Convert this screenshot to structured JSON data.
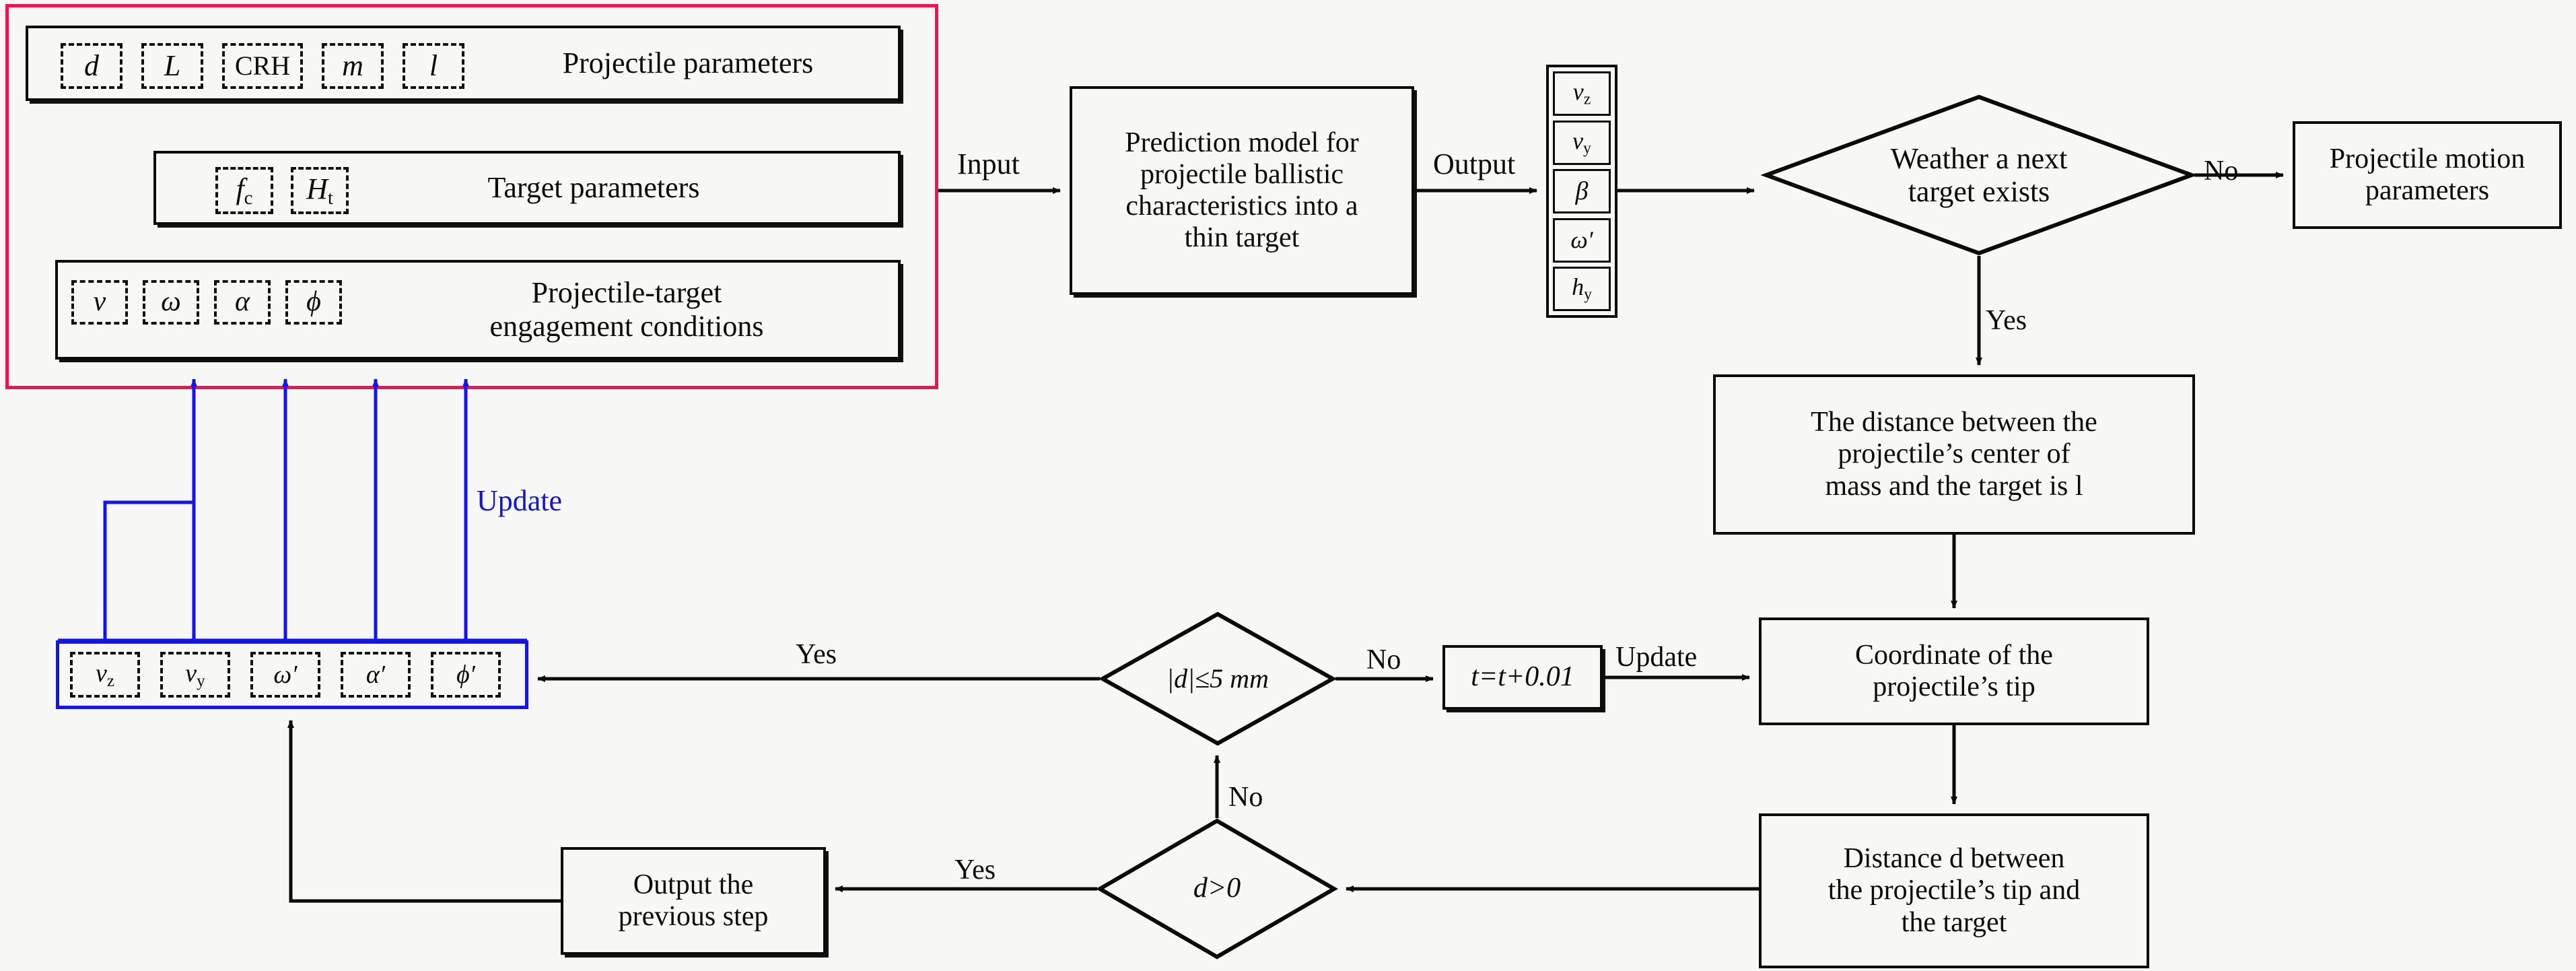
{
  "diagram": {
    "title": "Projectile ballistic prediction flowchart",
    "colors": {
      "group_red": "#ef1450",
      "group_blue": "#1414ee",
      "update_text": "#1414d2",
      "line": "#0b0b0b",
      "background": "#f7f7f5"
    }
  },
  "input_group": {
    "projectile": {
      "label": "Projectile parameters",
      "params": [
        "d",
        "L",
        "CRH",
        "m",
        "l"
      ]
    },
    "target": {
      "label": "Target parameters",
      "params": [
        "f c",
        "H t"
      ],
      "params_parts": [
        {
          "base": "f",
          "sub": "c"
        },
        {
          "base": "H",
          "sub": "t"
        }
      ]
    },
    "engagement": {
      "label_line1": "Projectile-target",
      "label_line2": "engagement conditions",
      "params": [
        "v",
        "ω",
        "α",
        "ϕ"
      ]
    }
  },
  "model": {
    "input_label": "Input",
    "output_label": "Output",
    "text_line1": "Prediction model for",
    "text_line2": "projectile ballistic",
    "text_line3": "characteristics into a",
    "text_line4": "thin target"
  },
  "output_stack": {
    "items": [
      {
        "base": "v",
        "sub": "z"
      },
      {
        "base": "v",
        "sub": "y"
      },
      {
        "base": "β",
        "sub": ""
      },
      {
        "base": "ω′",
        "sub": ""
      },
      {
        "base": "h",
        "sub": "y"
      }
    ]
  },
  "decisions": {
    "next_target": {
      "line1": "Weather a next",
      "line2": "target exists",
      "no_label": "No",
      "yes_label": "Yes"
    },
    "d_tol": {
      "text": "|d|≤5 mm",
      "no_label_right": "No",
      "no_label_bottom": "No",
      "yes_label_left": "Yes"
    },
    "d_pos": {
      "text": "d>0",
      "yes_label": "Yes",
      "no_label": "No"
    }
  },
  "process": {
    "motion_params": {
      "line1": "Projectile motion",
      "line2": "parameters"
    },
    "distance_cm": {
      "line1": "The distance between the",
      "line2": "projectile’s center of",
      "line3": "mass and the target is l"
    },
    "coord_tip": {
      "line1": "Coordinate of the",
      "line2": "projectile’s tip"
    },
    "distance_d": {
      "line1": "Distance d between",
      "line2": "the projectile’s tip and",
      "line3": "the target"
    },
    "time_step": {
      "text": "t=t+0.01",
      "update_label": "Update"
    },
    "output_prev": {
      "line1": "Output the",
      "line2": "previous step"
    }
  },
  "update_group": {
    "update_label": "Update",
    "items": [
      {
        "base": "v",
        "sub": "z",
        "prime": ""
      },
      {
        "base": "v",
        "sub": "y",
        "prime": ""
      },
      {
        "base": "ω′",
        "sub": "",
        "prime": ""
      },
      {
        "base": "α′",
        "sub": "",
        "prime": ""
      },
      {
        "base": "ϕ′",
        "sub": "",
        "prime": ""
      }
    ]
  }
}
